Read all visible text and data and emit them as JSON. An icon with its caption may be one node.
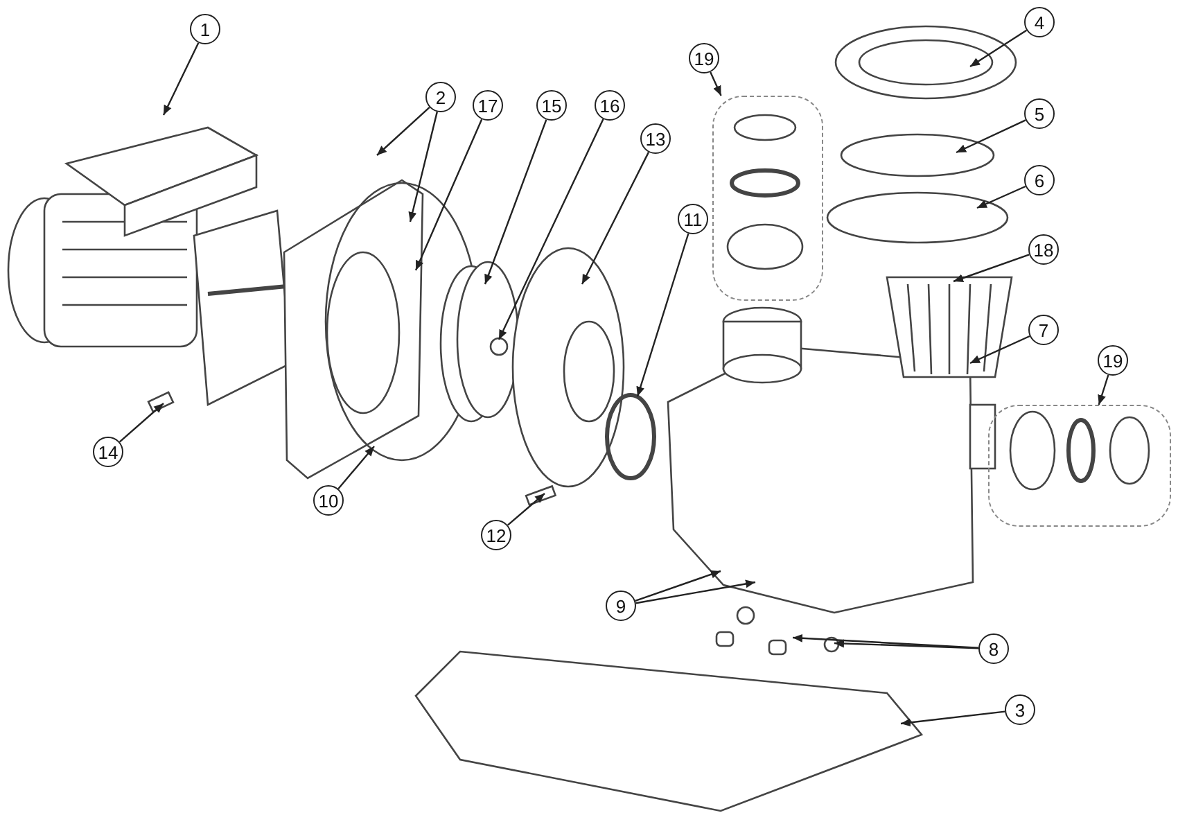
{
  "diagram": {
    "nodes": [
      {
        "text": [
          "1"
        ]
      },
      {
        "text": [
          "2"
        ]
      },
      {
        "text": [
          "17"
        ]
      },
      {
        "text": [
          "15"
        ]
      },
      {
        "text": [
          "16"
        ]
      },
      {
        "text": [
          "13"
        ]
      },
      {
        "text": [
          "19"
        ]
      },
      {
        "text": [
          "4"
        ]
      },
      {
        "text": [
          "11"
        ]
      },
      {
        "text": [
          "5"
        ]
      },
      {
        "text": [
          "6"
        ]
      },
      {
        "text": [
          "18"
        ]
      },
      {
        "text": [
          "7"
        ]
      },
      {
        "text": [
          "19"
        ]
      },
      {
        "text": [
          "14"
        ]
      },
      {
        "text": [
          "10"
        ]
      },
      {
        "text": [
          "12"
        ]
      },
      {
        "text": [
          "9"
        ]
      },
      {
        "text": [
          "8"
        ]
      },
      {
        "text": [
          "3"
        ]
      },
      {
        "text": [],
        "shape": "box"
      },
      {
        "text": [],
        "shape": "box"
      }
    ],
    "edges": [
      {
        "from": 0,
        "to": null,
        "arrow": "to"
      },
      {
        "from": 1,
        "to": null,
        "arrow": "to"
      },
      {
        "from": 1,
        "to": null,
        "arrow": "to"
      },
      {
        "from": 2,
        "to": null,
        "arrow": "to"
      },
      {
        "from": 3,
        "to": null,
        "arrow": "to"
      },
      {
        "from": 4,
        "to": null,
        "arrow": "to"
      },
      {
        "from": 5,
        "to": null,
        "arrow": "to"
      },
      {
        "from": 6,
        "to": 20,
        "arrow": "to"
      },
      {
        "from": 7,
        "to": null,
        "arrow": "to"
      },
      {
        "from": 8,
        "to": null,
        "arrow": "to"
      },
      {
        "from": 9,
        "to": null,
        "arrow": "to"
      },
      {
        "from": 10,
        "to": null,
        "arrow": "to"
      },
      {
        "from": 11,
        "to": null,
        "arrow": "to"
      },
      {
        "from": 12,
        "to": null,
        "arrow": "to"
      },
      {
        "from": 13,
        "to": 21,
        "arrow": "to"
      },
      {
        "from": 14,
        "to": null,
        "arrow": "to"
      },
      {
        "from": 15,
        "to": null,
        "arrow": "to"
      },
      {
        "from": 16,
        "to": null,
        "arrow": "to"
      },
      {
        "from": 17,
        "to": null,
        "arrow": "to"
      },
      {
        "from": 17,
        "to": null,
        "arrow": "to"
      },
      {
        "from": 18,
        "to": null,
        "arrow": "to"
      },
      {
        "from": 18,
        "to": null,
        "arrow": "to"
      },
      {
        "from": 19,
        "to": null,
        "arrow": "to"
      }
    ]
  }
}
